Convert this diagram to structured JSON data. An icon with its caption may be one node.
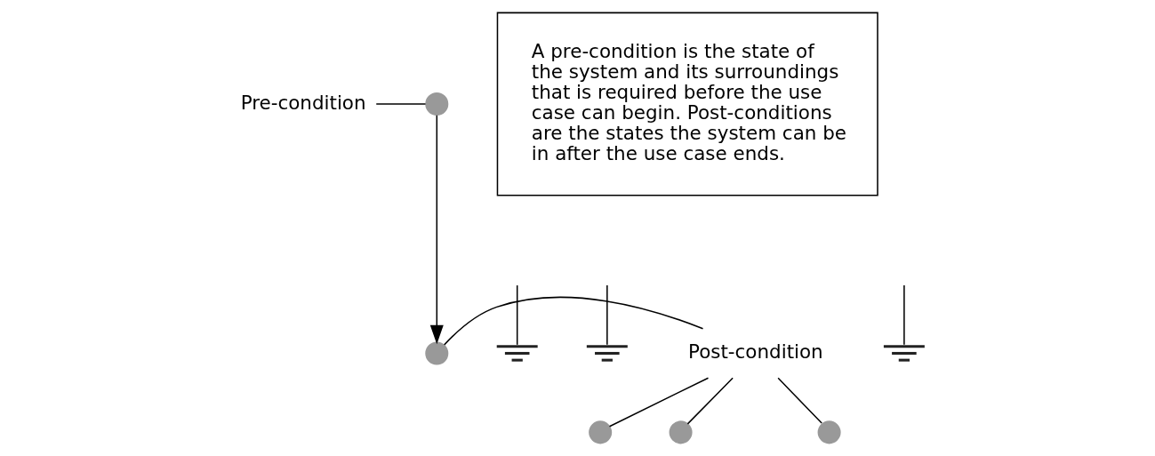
{
  "diagram": {
    "nodes": [
      {
        "text": [
          "Pre-condition"
        ]
      },
      {
        "text": [],
        "shape": "circle"
      },
      {
        "text": [],
        "shape": "ground"
      },
      {
        "text": [],
        "shape": "circle"
      },
      {
        "text": [],
        "shape": "ground"
      },
      {
        "text": [],
        "shape": "circle"
      },
      {
        "text": [],
        "shape": "ground"
      },
      {
        "text": [],
        "shape": "circle"
      },
      {
        "text": [
          "A pre-condition is the state of the system and its surroundings that is required before the use case can begin. Post-conditions are the states the system can be in after the use case ends."
        ]
      },
      {
        "text": [
          "Post-condition"
        ]
      },
      {
        "text": [],
        "shape": "circle"
      }
    ],
    "edges": [
      {
        "from": 0,
        "to": 1,
        "arrow": "none"
      },
      {
        "from": 1,
        "to": 10,
        "arrow": "to"
      },
      {
        "from": null,
        "to": 2,
        "arrow": "none"
      },
      {
        "from": null,
        "to": 4,
        "arrow": "none"
      },
      {
        "from": null,
        "to": 6,
        "arrow": "none"
      },
      {
        "from": 9,
        "to": 10,
        "arrow": "none"
      },
      {
        "from": 9,
        "to": 3,
        "arrow": "none"
      },
      {
        "from": 9,
        "to": 5,
        "arrow": "none"
      },
      {
        "from": 9,
        "to": 7,
        "arrow": "none"
      }
    ]
  }
}
